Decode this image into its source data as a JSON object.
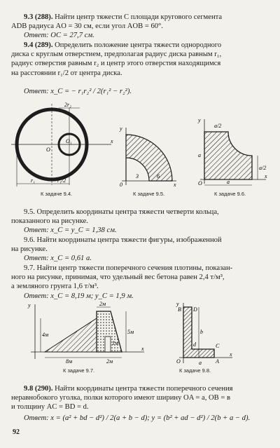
{
  "problems": {
    "p93": {
      "line1_num": "9.3 (288).",
      "line1_text": "Найти центр тяжести C площади кругового сегмента",
      "line2": "ADB радиуса AO = 30 см, если угол AOB = 60°.",
      "answer": "Ответ: OC = 27,7 см."
    },
    "p94": {
      "line1_num": "9.4 (289).",
      "line1_text": "Определить положение центра тяжести однородного",
      "line2": "диска с круглым отверстием, предполагая радиус диска равным r₁,",
      "line3": "радиус отверстия равным r₂ и центр этого отверстия находящимся",
      "line4": "на расстоянии r₁/2 от центра диска.",
      "answer": "Ответ: x_C = − r₁r₂² / 2(r₁² − r₂²)."
    },
    "p95": {
      "line1": "9.5. Определить координаты центра тяжести четверти кольца,",
      "line2": "показанного на рисунке.",
      "answer": "Ответ: x_C = y_C = 1,38 см."
    },
    "p96": {
      "line1": "9.6. Найти координаты центра тяжести фигуры, изображенной",
      "line2": "на рисунке.",
      "answer": "Ответ: x_C = 0,61 a."
    },
    "p97": {
      "line1": "9.7. Найти центр тяжести поперечного сечения плотины, показан-",
      "line2": "ного на рисунке, принимая, что удельный вес бетона равен 2,4 т/м³,",
      "line3": "а земляного грунта 1,6 т/м³.",
      "answer": "Ответ: x_C = 8,19 м; y_C = 1,9 м."
    },
    "p98": {
      "line1_num": "9.8 (290).",
      "line1_text": "Найти координаты центра тяжести поперечного сечения",
      "line2": "неравнобокого уголка, полки которого имеют ширину OA = a, OB = в",
      "line3": "и толщину AC = BD = d.",
      "answer_label": "Ответ:",
      "answer_x": "x = (a² + bd − d²) / 2(a + b − d);",
      "answer_y": "y = (b² + ad − d²) / 2(b + a − d)."
    }
  },
  "figures": {
    "f94": {
      "caption": "К задаче 9.4.",
      "labels": [
        "2r₂",
        "O",
        "O₁",
        "x",
        "r₁",
        "r₁/2"
      ]
    },
    "f95": {
      "caption": "К задаче 9.5.",
      "labels": [
        "y",
        "x",
        "0",
        "3",
        "6"
      ]
    },
    "f96": {
      "caption": "К задаче 9.6.",
      "labels": [
        "y",
        "a/2",
        "a",
        "a/2",
        "x",
        "O",
        "a"
      ]
    },
    "f97": {
      "caption": "К задаче 9.7.",
      "labels": [
        "y",
        "2м",
        "4м",
        "5м",
        "1м",
        "8м",
        "2м",
        "x"
      ]
    },
    "f98": {
      "caption": "К задаче 9.8.",
      "labels": [
        "y",
        "B",
        "D",
        "b",
        "d",
        "C",
        "O",
        "a",
        "A",
        "x"
      ]
    }
  },
  "page_number": "92"
}
